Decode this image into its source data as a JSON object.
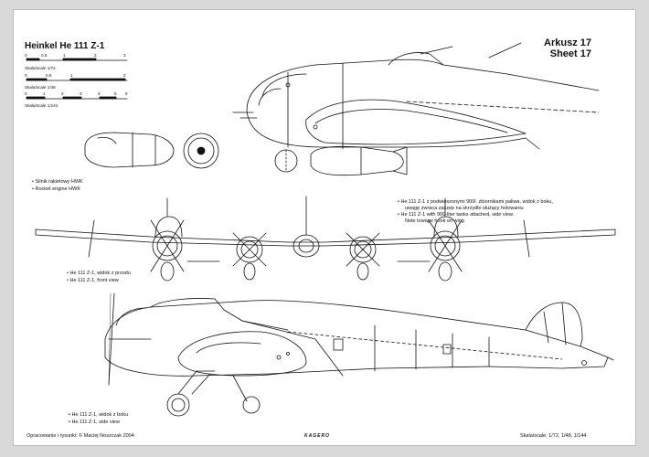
{
  "header": {
    "title": "Heinkel He 111 Z-1",
    "sheet_pl": "Arkusz 17",
    "sheet_en": "Sheet 17"
  },
  "scales": [
    {
      "label": "Skala/scale 1/72",
      "ticks": [
        "0",
        "0,5",
        "1",
        "2",
        "3"
      ]
    },
    {
      "label": "Skala/scale 1/48",
      "ticks": [
        "0",
        "0,5",
        "1",
        "2"
      ]
    },
    {
      "label": "Skala/scale 1/144",
      "ticks": [
        "0",
        "1",
        "2",
        "3",
        "4",
        "5",
        "6"
      ]
    }
  ],
  "labels": {
    "engine_pl": "Silnik rakietowy HWK",
    "engine_en": "Rocket engine HWK",
    "tanks_pl_1": "He 111 Z-1 z podwieszonymi 900l. zbiornikami paliwa, widok z boku,",
    "tanks_pl_2": "uwagę zwraca zaczep na skrzydle służący holowaniu",
    "tanks_en_1": "He 111 Z-1 with 900-liter tanks attached, side view.",
    "tanks_en_2": "Note towage hook on wing",
    "front_pl": "He 111 Z-1, widok z przodu",
    "front_en": "He 111 Z-1, front view",
    "side_pl": "He 111 Z-1, widok z boku",
    "side_en": "He 111 Z-1, side view"
  },
  "footer": {
    "author": "Opracowanie i rysunki: © Maciej Noszczak 2004",
    "logo": "KAGERO",
    "scale_note": "Skala/scale: 1/72, 1/48, 1/144"
  }
}
